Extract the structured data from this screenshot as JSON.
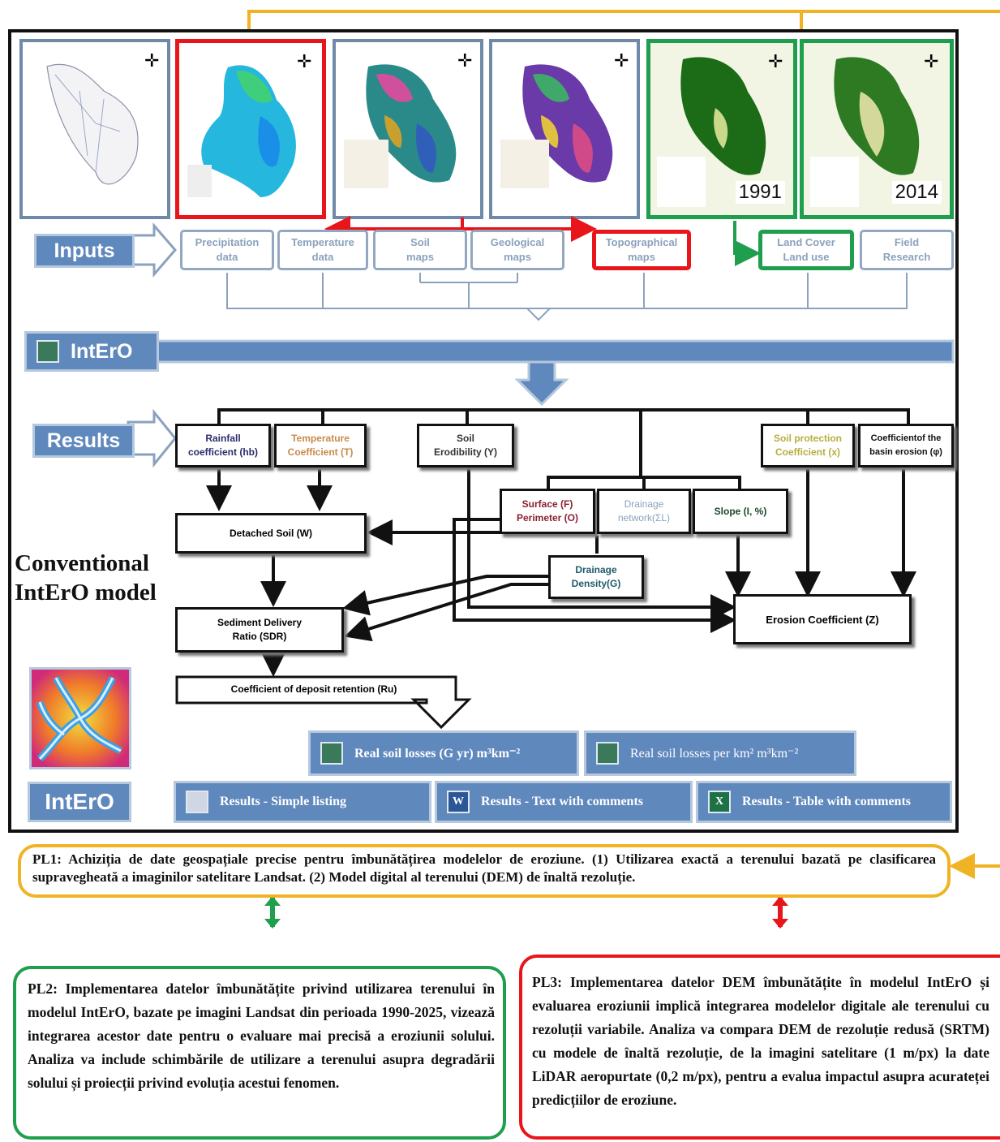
{
  "maps": [
    {
      "id": "catchment",
      "year": ""
    },
    {
      "id": "dem",
      "year": ""
    },
    {
      "id": "soil",
      "year": ""
    },
    {
      "id": "geology",
      "year": ""
    },
    {
      "id": "landuse1991",
      "year": "1991"
    },
    {
      "id": "landuse2014",
      "year": "2014"
    }
  ],
  "inputs": {
    "label": "Inputs",
    "boxes": [
      "Precipitation\ndata",
      "Temperature\ndata",
      "Soil\nmaps",
      "Geological\nmaps",
      "Topographical\nmaps",
      "Land Cover\nLand use",
      "Field\nResearch"
    ]
  },
  "intero_bar_label": "IntErO",
  "results": {
    "label": "Results",
    "rainfall": "Rainfall\ncoefficient (hb)",
    "temperature": "Temperature\nCoefficient (T)",
    "soil_erodibility": "Soil\nErodibility (Y)",
    "soil_protection": "Soil protection\nCoefficient (x)",
    "basin_erosion": "Coefficientof the\nbasin erosion (φ)",
    "surface_perimeter": "Surface (F)\nPerimeter (O)",
    "drainage_network": "Drainage\nnetwork(ΣL)",
    "slope": "Slope (I, %)",
    "detached_soil": "Detached Soil (W)",
    "drainage_density": "Drainage\nDensity(G)",
    "sdr": "Sediment Delivery\nRatio (SDR)",
    "erosion_coefficient": "Erosion Coefficient (Z)",
    "deposit_retention": "Coefficient of deposit retention (Ru)"
  },
  "model_title": {
    "line1": "Conventional",
    "line2": "IntErO model"
  },
  "outputs": {
    "soil_losses": "Real soil losses (G yr) m³km⁻²",
    "soil_losses_per_km2": "Real soil losses per km²  m³km⁻²",
    "simple_listing": "Results - Simple listing",
    "text_comments": "Results - Text with comments",
    "table_comments": "Results - Table with comments",
    "logo_label": "IntErO"
  },
  "pl1": "PL1: Achiziția de date geospațiale precise pentru îmbunătățirea modelelor de eroziune. (1) Utilizarea exactă a terenului bazată pe clasificarea supravegheată a imaginilor satelitare Landsat. (2) Model digital al terenului (DEM) de înaltă rezoluție.",
  "pl2": "PL2: Implementarea datelor îmbunătățite privind utilizarea terenului în modelul IntErO, bazate pe imagini Landsat din perioada 1990-2025, vizează integrarea acestor date pentru o evaluare mai precisă a eroziunii solului. Analiza va include schimbările de utilizare a terenului asupra degradării solului și proiecții privind evoluția acestui fenomen.",
  "pl3": "PL3: Implementarea datelor DEM îmbunătățite în modelul IntErO și evaluarea eroziunii implică integrarea modelelor digitale ale terenului cu rezoluții variabile. Analiza va compara DEM de rezoluție redusă (SRTM) cu modele de înaltă rezoluție, de la imagini satelitare (1 m/px) la date LiDAR aeropurtate (0,2 m/px), pentru a evalua impactul asupra acurateței predicțiilor de eroziune.",
  "colors": {
    "pl1": "#f0b323",
    "pl2": "#1f9e4d",
    "pl3": "#e8151a",
    "blue": "#5f88bd"
  }
}
